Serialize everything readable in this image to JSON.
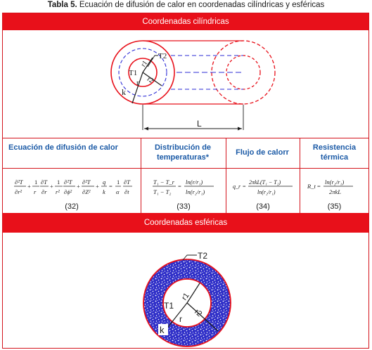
{
  "caption": {
    "label": "Tabla 5.",
    "title": "Ecuación de difusión de calor en coordenadas cilíndricas y esféricas"
  },
  "sections": {
    "cylindrical": "Coordenadas cilíndricas",
    "spherical": "Coordenadas esféricas"
  },
  "cyl_figure": {
    "t2": "T2",
    "t1": "T1",
    "r1": "r1",
    "r": "r",
    "r2": "r2",
    "k": "k",
    "length": "L"
  },
  "sph_figure": {
    "t2": "T2",
    "t1": "T1",
    "r1": "r1",
    "r": "r",
    "r2": "r2",
    "k": "k"
  },
  "table": {
    "headers": [
      "Ecuación de difusión de calor",
      "Distribución de temperaturas*",
      "Flujo de calorr",
      "Resistencia térmica"
    ],
    "equation_numbers": [
      "(32)",
      "(33)",
      "(34)",
      "(35)"
    ]
  },
  "colors": {
    "accent": "#e8101a",
    "header_text": "#1b5aa6",
    "figure_blue": "#2c2cd6"
  }
}
